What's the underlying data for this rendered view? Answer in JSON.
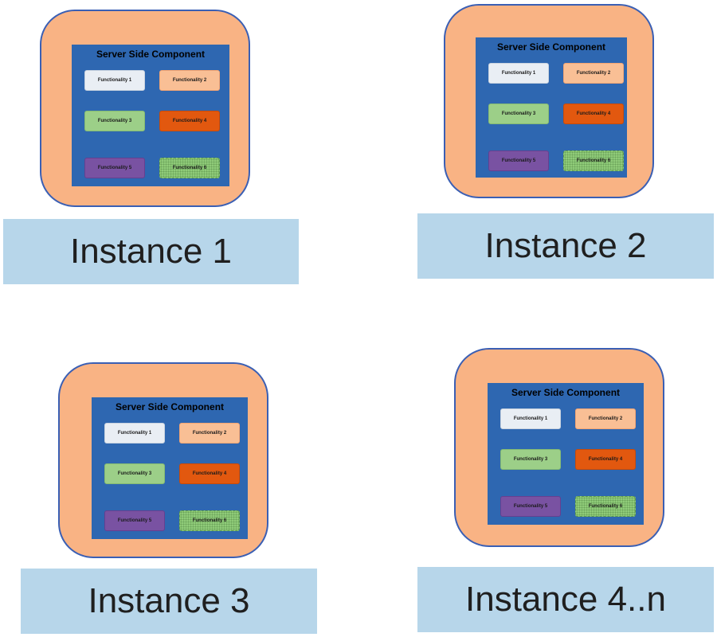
{
  "instances": [
    {
      "component_title": "Server Side Component",
      "functionalities": [
        "Functionality 1",
        "Functionality 2",
        "Functionality 3",
        "Functionality 4",
        "Functionality 5",
        "Functionality 6"
      ],
      "label": "Instance 1"
    },
    {
      "component_title": "Server Side Component",
      "functionalities": [
        "Functionality 1",
        "Functionality 2",
        "Functionality 3",
        "Functionality 4",
        "Functionality 5",
        "Functionality 6"
      ],
      "label": "Instance 2"
    },
    {
      "component_title": "Server Side Component",
      "functionalities": [
        "Functionality 1",
        "Functionality 2",
        "Functionality 3",
        "Functionality 4",
        "Functionality 5",
        "Functionality 6"
      ],
      "label": "Instance 3"
    },
    {
      "component_title": "Server Side Component",
      "functionalities": [
        "Functionality 1",
        "Functionality 2",
        "Functionality 3",
        "Functionality 4",
        "Functionality 5",
        "Functionality 6"
      ],
      "label": "Instance 4..n"
    }
  ],
  "colors": {
    "frame": "#f9b384",
    "frame_border": "#3a5fb4",
    "component": "#2e67b1",
    "label_background": "#b7d6ea",
    "functionality_1": "#e9eef4",
    "functionality_2": "#f9bf95",
    "functionality_3": "#9ccf88",
    "functionality_4": "#e2580f",
    "functionality_5": "#7952a2",
    "functionality_6": "#8fcb79"
  }
}
